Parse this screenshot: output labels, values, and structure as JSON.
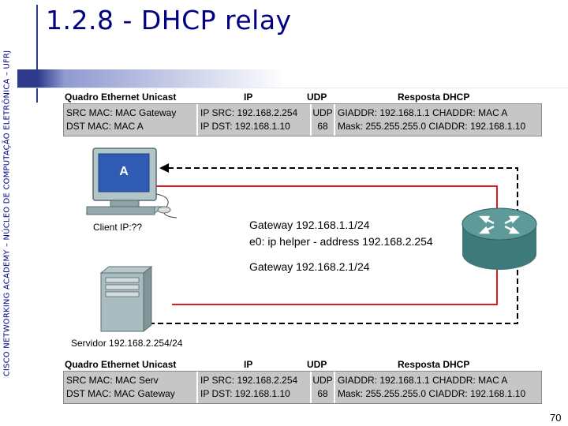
{
  "sidebar": {
    "text": "CISCO NETWORKING ACADEMY – NÚCLEO DE COMPUTAÇÃO ELETRÔNICA – UFRJ"
  },
  "slide": {
    "title": "1.2.8 - DHCP relay",
    "number": "70"
  },
  "frame_headers": {
    "ethernet": "Quadro Ethernet Unicast",
    "ip": "IP",
    "udp": "UDP",
    "dhcp": "Resposta DHCP"
  },
  "top_frame": {
    "ethernet": [
      "SRC MAC: MAC Gateway",
      "DST MAC: MAC A"
    ],
    "ip": [
      "IP SRC: 192.168.2.254",
      "IP DST: 192.168.1.10"
    ],
    "udp": [
      "UDP",
      "68"
    ],
    "dhcp": [
      "GIADDR: 192.168.1.1 CHADDR: MAC A",
      "Mask: 255.255.255.0 CIADDR: 192.168.1.10"
    ]
  },
  "bottom_frame": {
    "ethernet": [
      "SRC MAC: MAC Serv",
      "DST MAC: MAC Gateway"
    ],
    "ip": [
      "IP SRC: 192.168.2.254",
      "IP DST: 192.168.1.10"
    ],
    "udp": [
      "UDP",
      "68"
    ],
    "dhcp": [
      "GIADDR: 192.168.1.1 CHADDR: MAC A",
      "Mask: 255.255.255.0 CIADDR: 192.168.1.10"
    ]
  },
  "diagram": {
    "client_monitor_label": "A",
    "client_label": "Client IP:??",
    "gateway1": "Gateway 192.168.1.1/24",
    "ip_helper": "e0: ip helper - address 192.168.2.254",
    "gateway2": "Gateway 192.168.2.1/24",
    "server_label": "Servidor 192.168.2.254/24"
  },
  "colors": {
    "title": "#000080",
    "accent_bar": "#2e3b8c",
    "link": "#e01c1c",
    "frame_fill": "#c6c6c6",
    "router": "#4f8c8c"
  }
}
